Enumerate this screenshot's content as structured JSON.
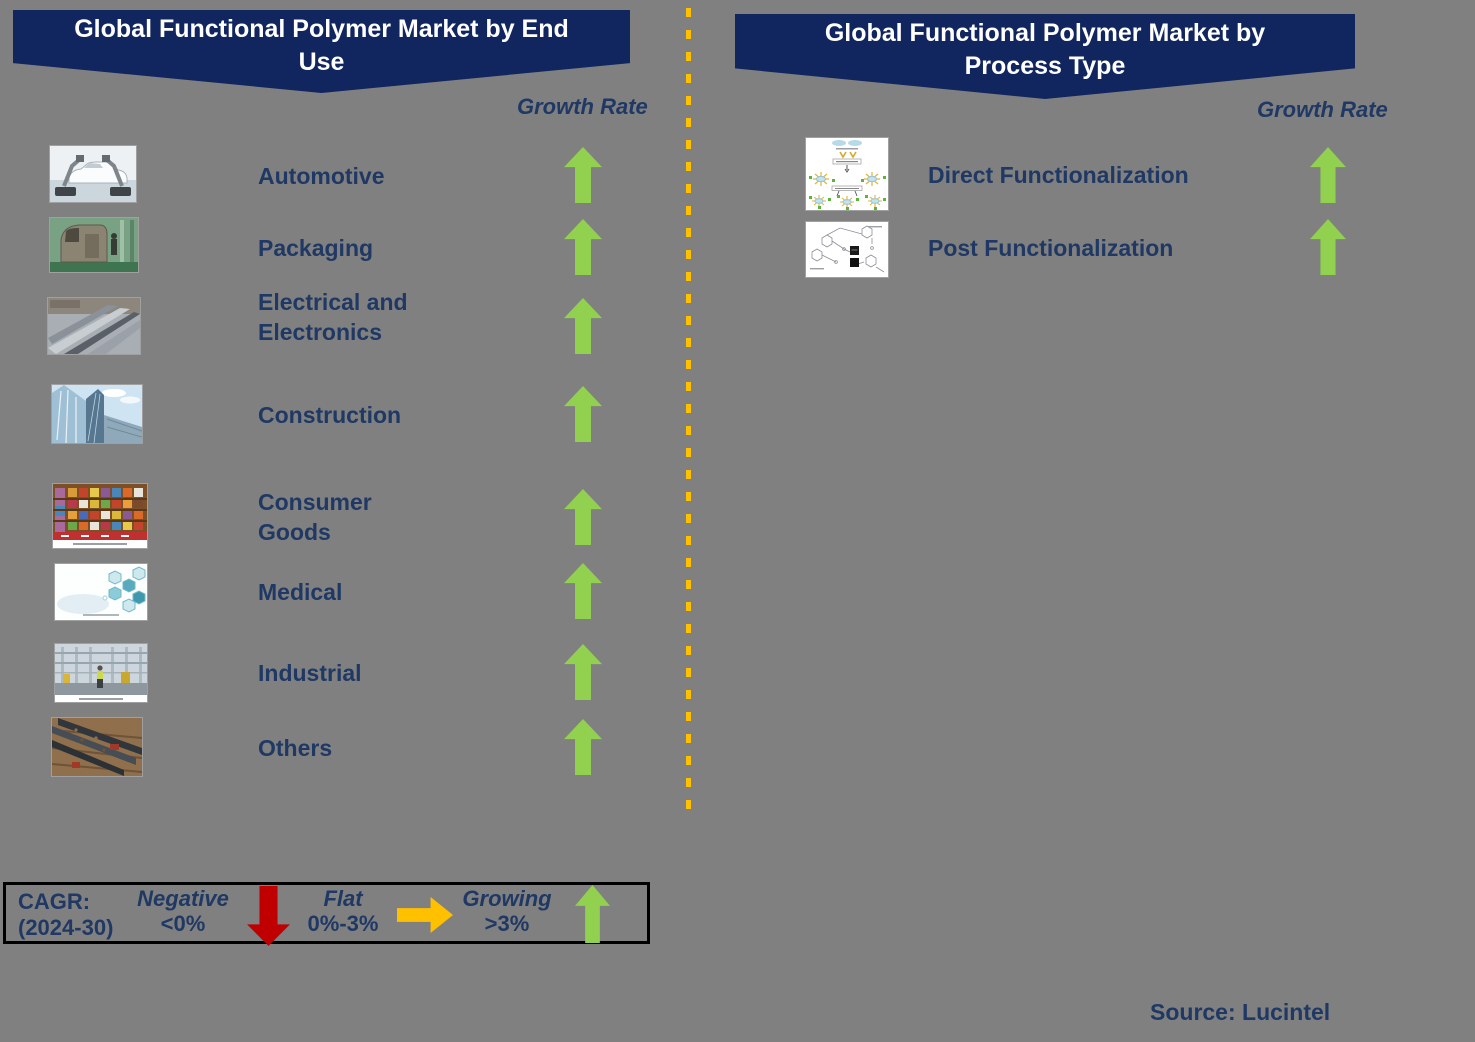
{
  "colors": {
    "bg": "#808080",
    "banner": "#11265E",
    "banner-text": "#FFFFFF",
    "navy": "#1F3864",
    "green": "#92D050",
    "red": "#C00000",
    "gold": "#FFC000",
    "legend-border": "#000000"
  },
  "left_section": {
    "title": "Global Functional Polymer Market by End\nUse",
    "growth_rate_label": "Growth Rate",
    "items": [
      {
        "label": "Automotive",
        "trend": "growing",
        "image_alt": "robotic arms welding a car body"
      },
      {
        "label": "Packaging",
        "trend": "growing",
        "image_alt": "vehicle shell in green factory hall"
      },
      {
        "label": "Electrical and\nElectronics",
        "trend": "growing",
        "image_alt": "metal busbar rails in plant"
      },
      {
        "label": "Construction",
        "trend": "growing",
        "image_alt": "glass building facade with sky"
      },
      {
        "label": "Consumer\nGoods",
        "trend": "growing",
        "image_alt": "store shelves with colorful products"
      },
      {
        "label": "Medical",
        "trend": "growing",
        "image_alt": "teal hexagon medical abstract"
      },
      {
        "label": "Industrial",
        "trend": "growing",
        "image_alt": "worker in industrial facility"
      },
      {
        "label": "Others",
        "trend": "growing",
        "image_alt": "dark metal beams on workshop floor"
      }
    ]
  },
  "right_section": {
    "title": "Global Functional Polymer Market by\nProcess Type",
    "growth_rate_label": "Growth Rate",
    "items": [
      {
        "label": "Direct Functionalization",
        "trend": "growing",
        "image_alt": "chemistry scheme with starburst polymers and green dots"
      },
      {
        "label": "Post Functionalization",
        "trend": "growing",
        "image_alt": "chemical structure drawing with black gel lanes"
      }
    ]
  },
  "legend": {
    "title": "CAGR:\n(2024-30)",
    "entries": [
      {
        "name": "Negative",
        "range": "<0%",
        "direction": "down",
        "color": "#C00000"
      },
      {
        "name": "Flat",
        "range": "0%-3%",
        "direction": "right",
        "color": "#FFC000"
      },
      {
        "name": "Growing",
        "range": ">3%",
        "direction": "up",
        "color": "#92D050"
      }
    ]
  },
  "source": "Source: Lucintel"
}
